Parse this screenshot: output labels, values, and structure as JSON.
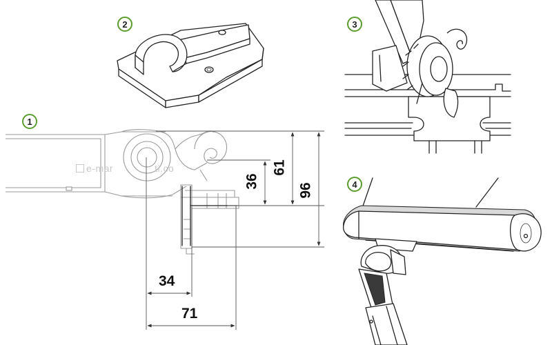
{
  "badges": {
    "b1": "1",
    "b2": "2",
    "b3": "3",
    "b4": "4"
  },
  "dimensions": {
    "d34": "34",
    "d71": "71",
    "d36": "36",
    "d61": "61",
    "d96": "96"
  },
  "watermark": "e-mar",
  "watermark_tail": "ti.co"
}
